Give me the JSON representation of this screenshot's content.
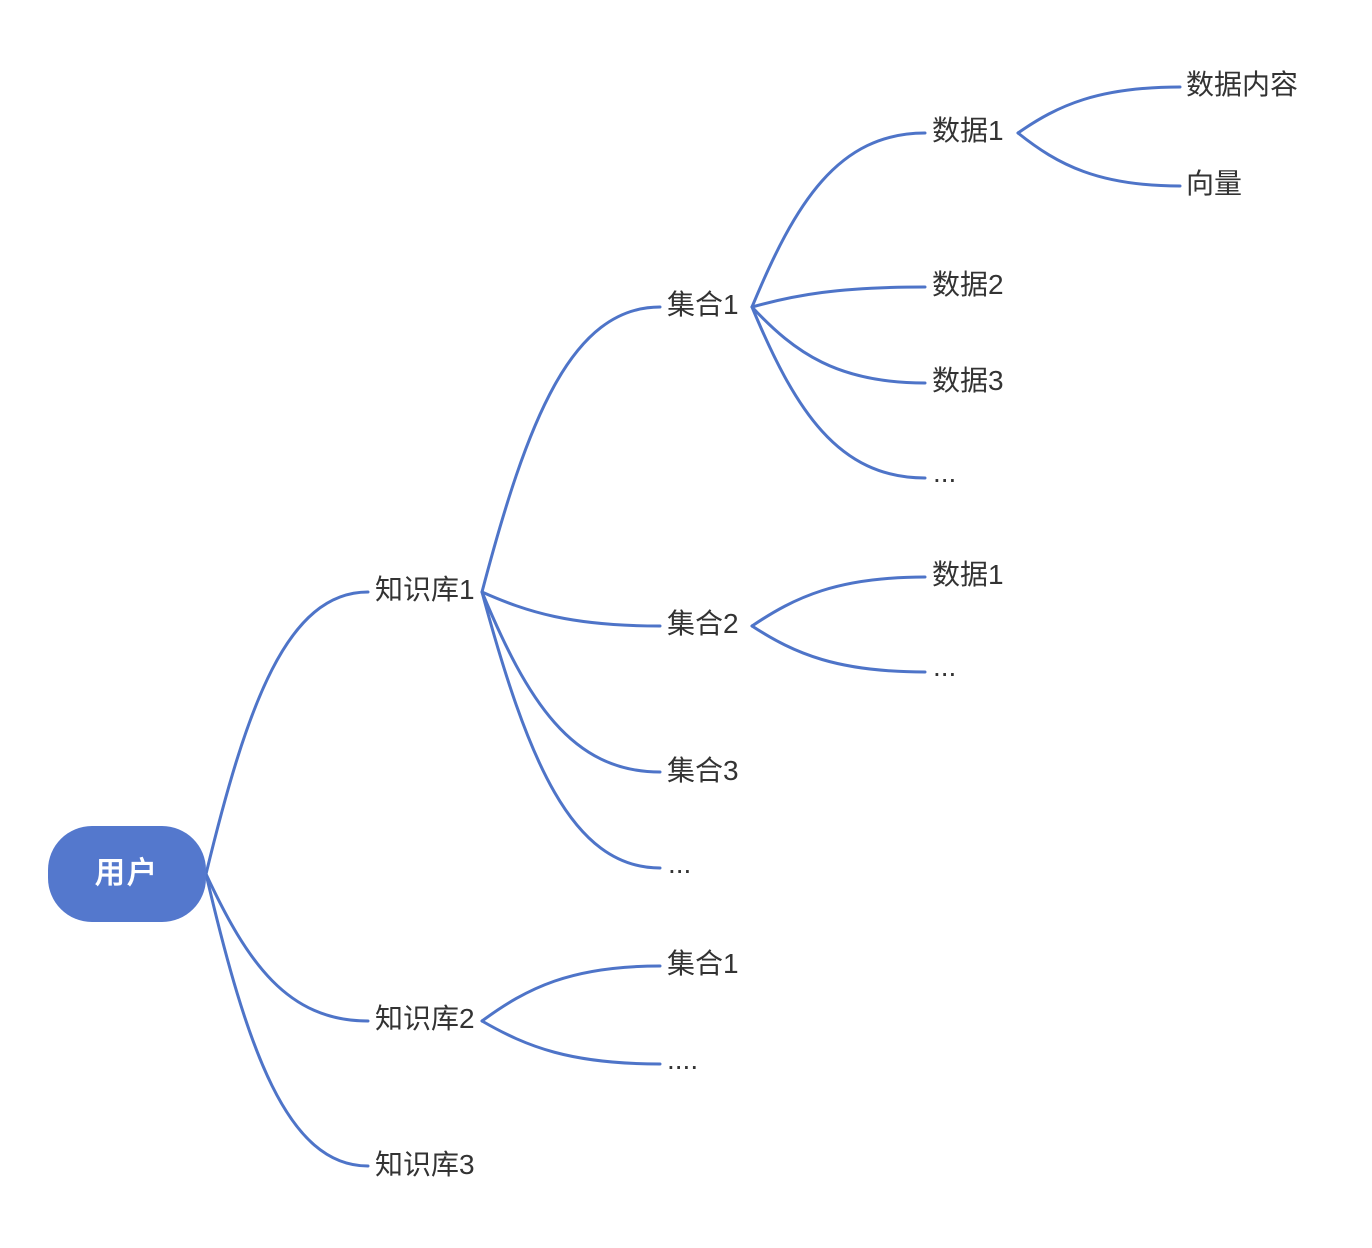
{
  "diagram_type": "mindmap",
  "colors": {
    "background": "#ffffff",
    "line": "#4e74c8",
    "root_fill": "#5478cd",
    "root_text": "#ffffff",
    "node_text": "#333333"
  },
  "nodes": {
    "user": {
      "label": "用户",
      "children": [
        "kb1",
        "kb2",
        "kb3"
      ]
    },
    "kb1": {
      "label": "知识库1",
      "children": [
        "kb1_c1",
        "kb1_c2",
        "kb1_c3",
        "kb1_more"
      ]
    },
    "kb2": {
      "label": "知识库2",
      "children": [
        "kb2_c1",
        "kb2_more"
      ]
    },
    "kb3": {
      "label": "知识库3",
      "children": []
    },
    "kb1_c1": {
      "label": "集合1",
      "children": [
        "c1_d1",
        "c1_d2",
        "c1_d3",
        "c1_more"
      ]
    },
    "kb1_c2": {
      "label": "集合2",
      "children": [
        "c2_d1",
        "c2_more"
      ]
    },
    "kb1_c3": {
      "label": "集合3",
      "children": []
    },
    "kb1_more": {
      "label": "...",
      "children": []
    },
    "c1_d1": {
      "label": "数据1",
      "children": [
        "d1_content",
        "d1_vector"
      ]
    },
    "c1_d2": {
      "label": "数据2",
      "children": []
    },
    "c1_d3": {
      "label": "数据3",
      "children": []
    },
    "c1_more": {
      "label": "...",
      "children": []
    },
    "d1_content": {
      "label": "数据内容",
      "children": []
    },
    "d1_vector": {
      "label": "向量",
      "children": []
    },
    "c2_d1": {
      "label": "数据1",
      "children": []
    },
    "c2_more": {
      "label": "...",
      "children": []
    },
    "kb2_c1": {
      "label": "集合1",
      "children": []
    },
    "kb2_more": {
      "label": "....",
      "children": []
    }
  }
}
